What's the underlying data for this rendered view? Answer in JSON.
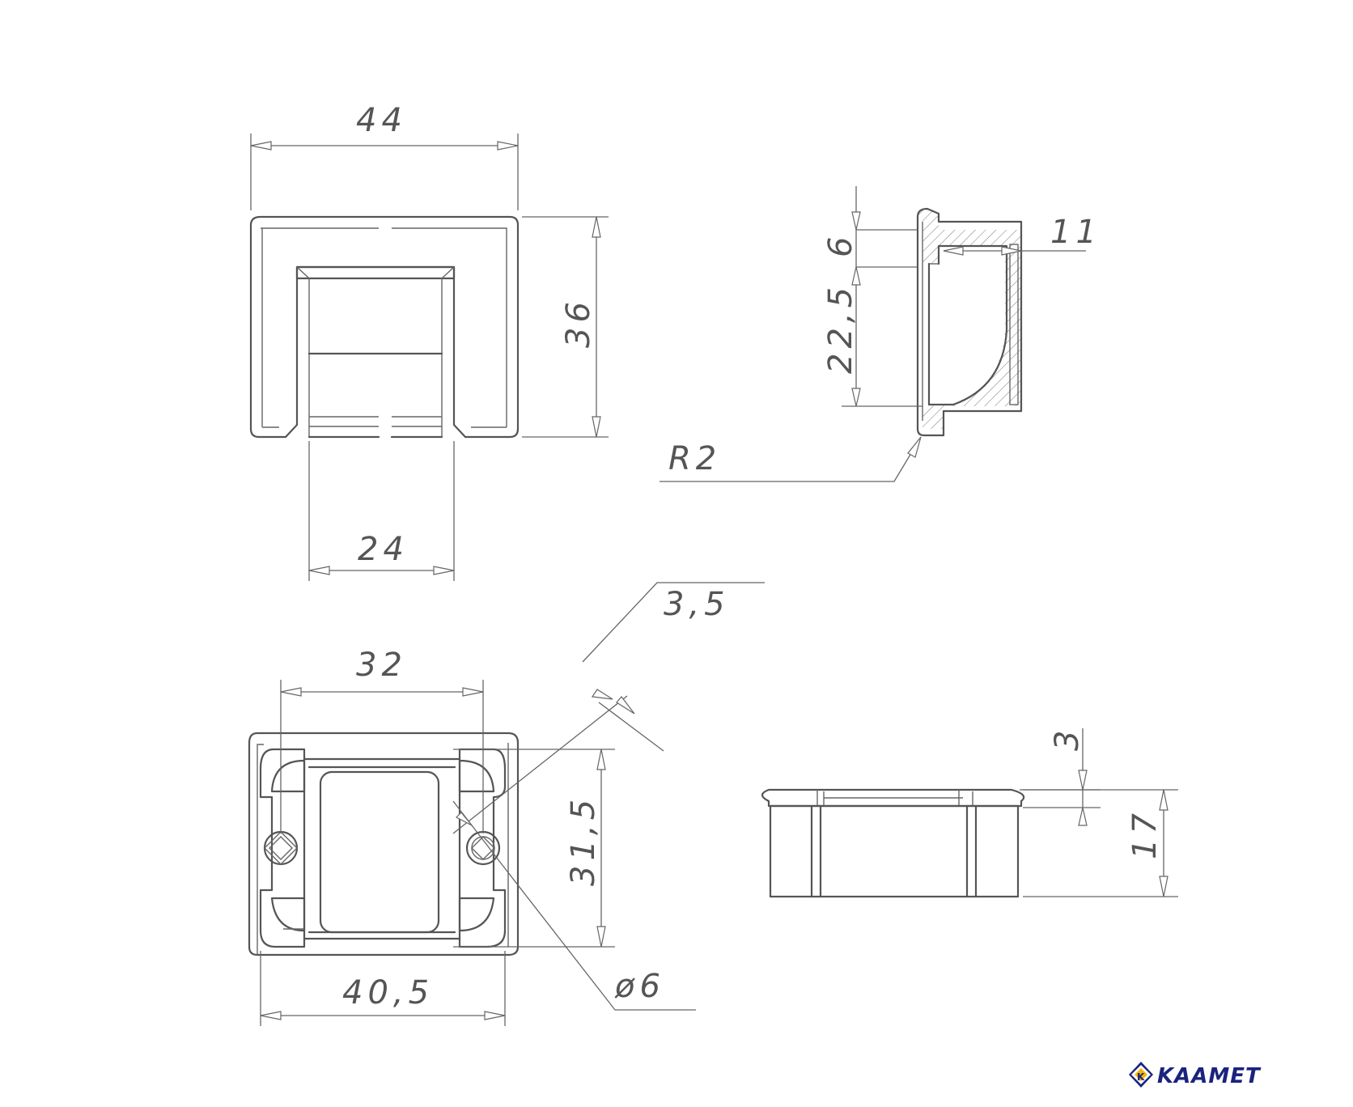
{
  "dimensions": {
    "top_view": {
      "width": "44",
      "height": "36",
      "opening": "24"
    },
    "section_view": {
      "flange": "6",
      "depth": "22,5",
      "length": "11",
      "radius": "R2"
    },
    "bottom_view": {
      "inner_width": "32",
      "outer_width": "40,5",
      "height": "31,5",
      "wall": "3,5",
      "hole": "ø6"
    },
    "side_view": {
      "flange": "3",
      "height": "17"
    }
  },
  "logo": {
    "text": "KAAMET",
    "mark": "K",
    "color": "#1a237e",
    "accent": "#f2b705"
  }
}
